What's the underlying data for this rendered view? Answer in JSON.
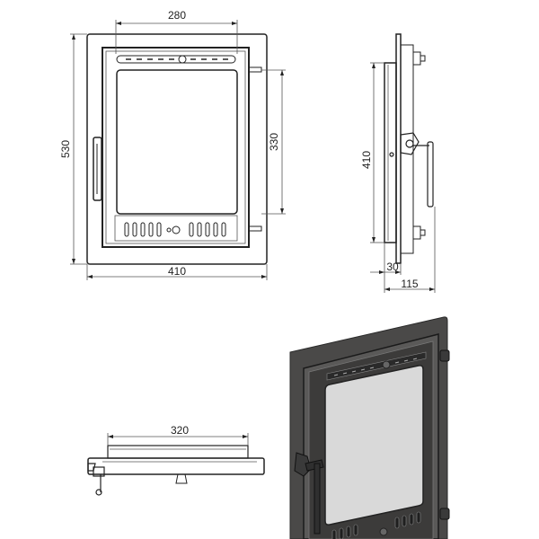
{
  "front_view": {
    "width_inner_label": "280",
    "height_label": "530",
    "glass_height_label": "330",
    "width_label": "410"
  },
  "side_view": {
    "height_label": "410",
    "depth_label": "30",
    "total_depth_label": "115"
  },
  "top_view": {
    "width_label": "320"
  },
  "colors": {
    "line": "#222222",
    "frame_fill": "#4a4948",
    "glass_fill": "#d9d9d9"
  }
}
